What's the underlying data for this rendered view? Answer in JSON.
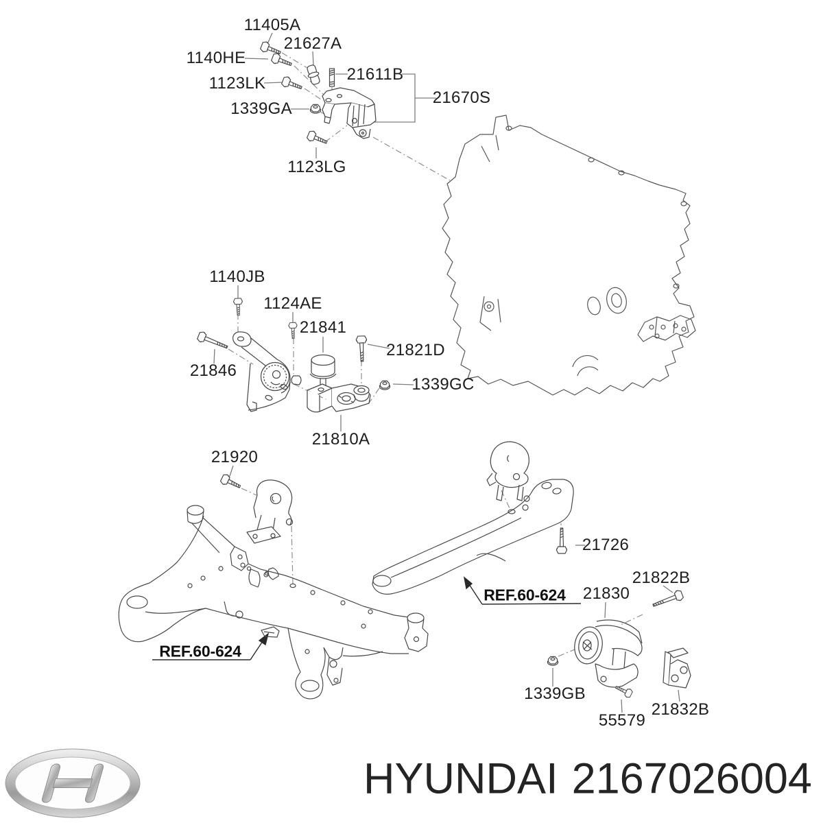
{
  "diagram": {
    "title_icon": "exploded-parts-diagram",
    "labels": [
      {
        "text": "11405A"
      },
      {
        "text": "21627A"
      },
      {
        "text": "1140HE"
      },
      {
        "text": "1123LK"
      },
      {
        "text": "21611B"
      },
      {
        "text": "21670S"
      },
      {
        "text": "1339GA"
      },
      {
        "text": "1123LG"
      },
      {
        "text": "1140JB"
      },
      {
        "text": "1124AE"
      },
      {
        "text": "21841"
      },
      {
        "text": "21821D"
      },
      {
        "text": "21846"
      },
      {
        "text": "1339GC"
      },
      {
        "text": "21810A"
      },
      {
        "text": "21920"
      },
      {
        "text": "21726"
      },
      {
        "text": "21830"
      },
      {
        "text": "21822B"
      },
      {
        "text": "1339GB"
      },
      {
        "text": "55579"
      },
      {
        "text": "21832B"
      }
    ],
    "ref_labels": [
      {
        "text": "REF.60-624"
      },
      {
        "text": "REF.60-624"
      }
    ]
  },
  "brand": {
    "logo_icon": "hyundai-logo",
    "name": "HYUNDAI",
    "part_number": "2167026004"
  },
  "colors": {
    "line": "#4a4a4a",
    "leader": "#7d7d7d",
    "axis": "#8f8f8f",
    "text": "#1d1d1d"
  }
}
